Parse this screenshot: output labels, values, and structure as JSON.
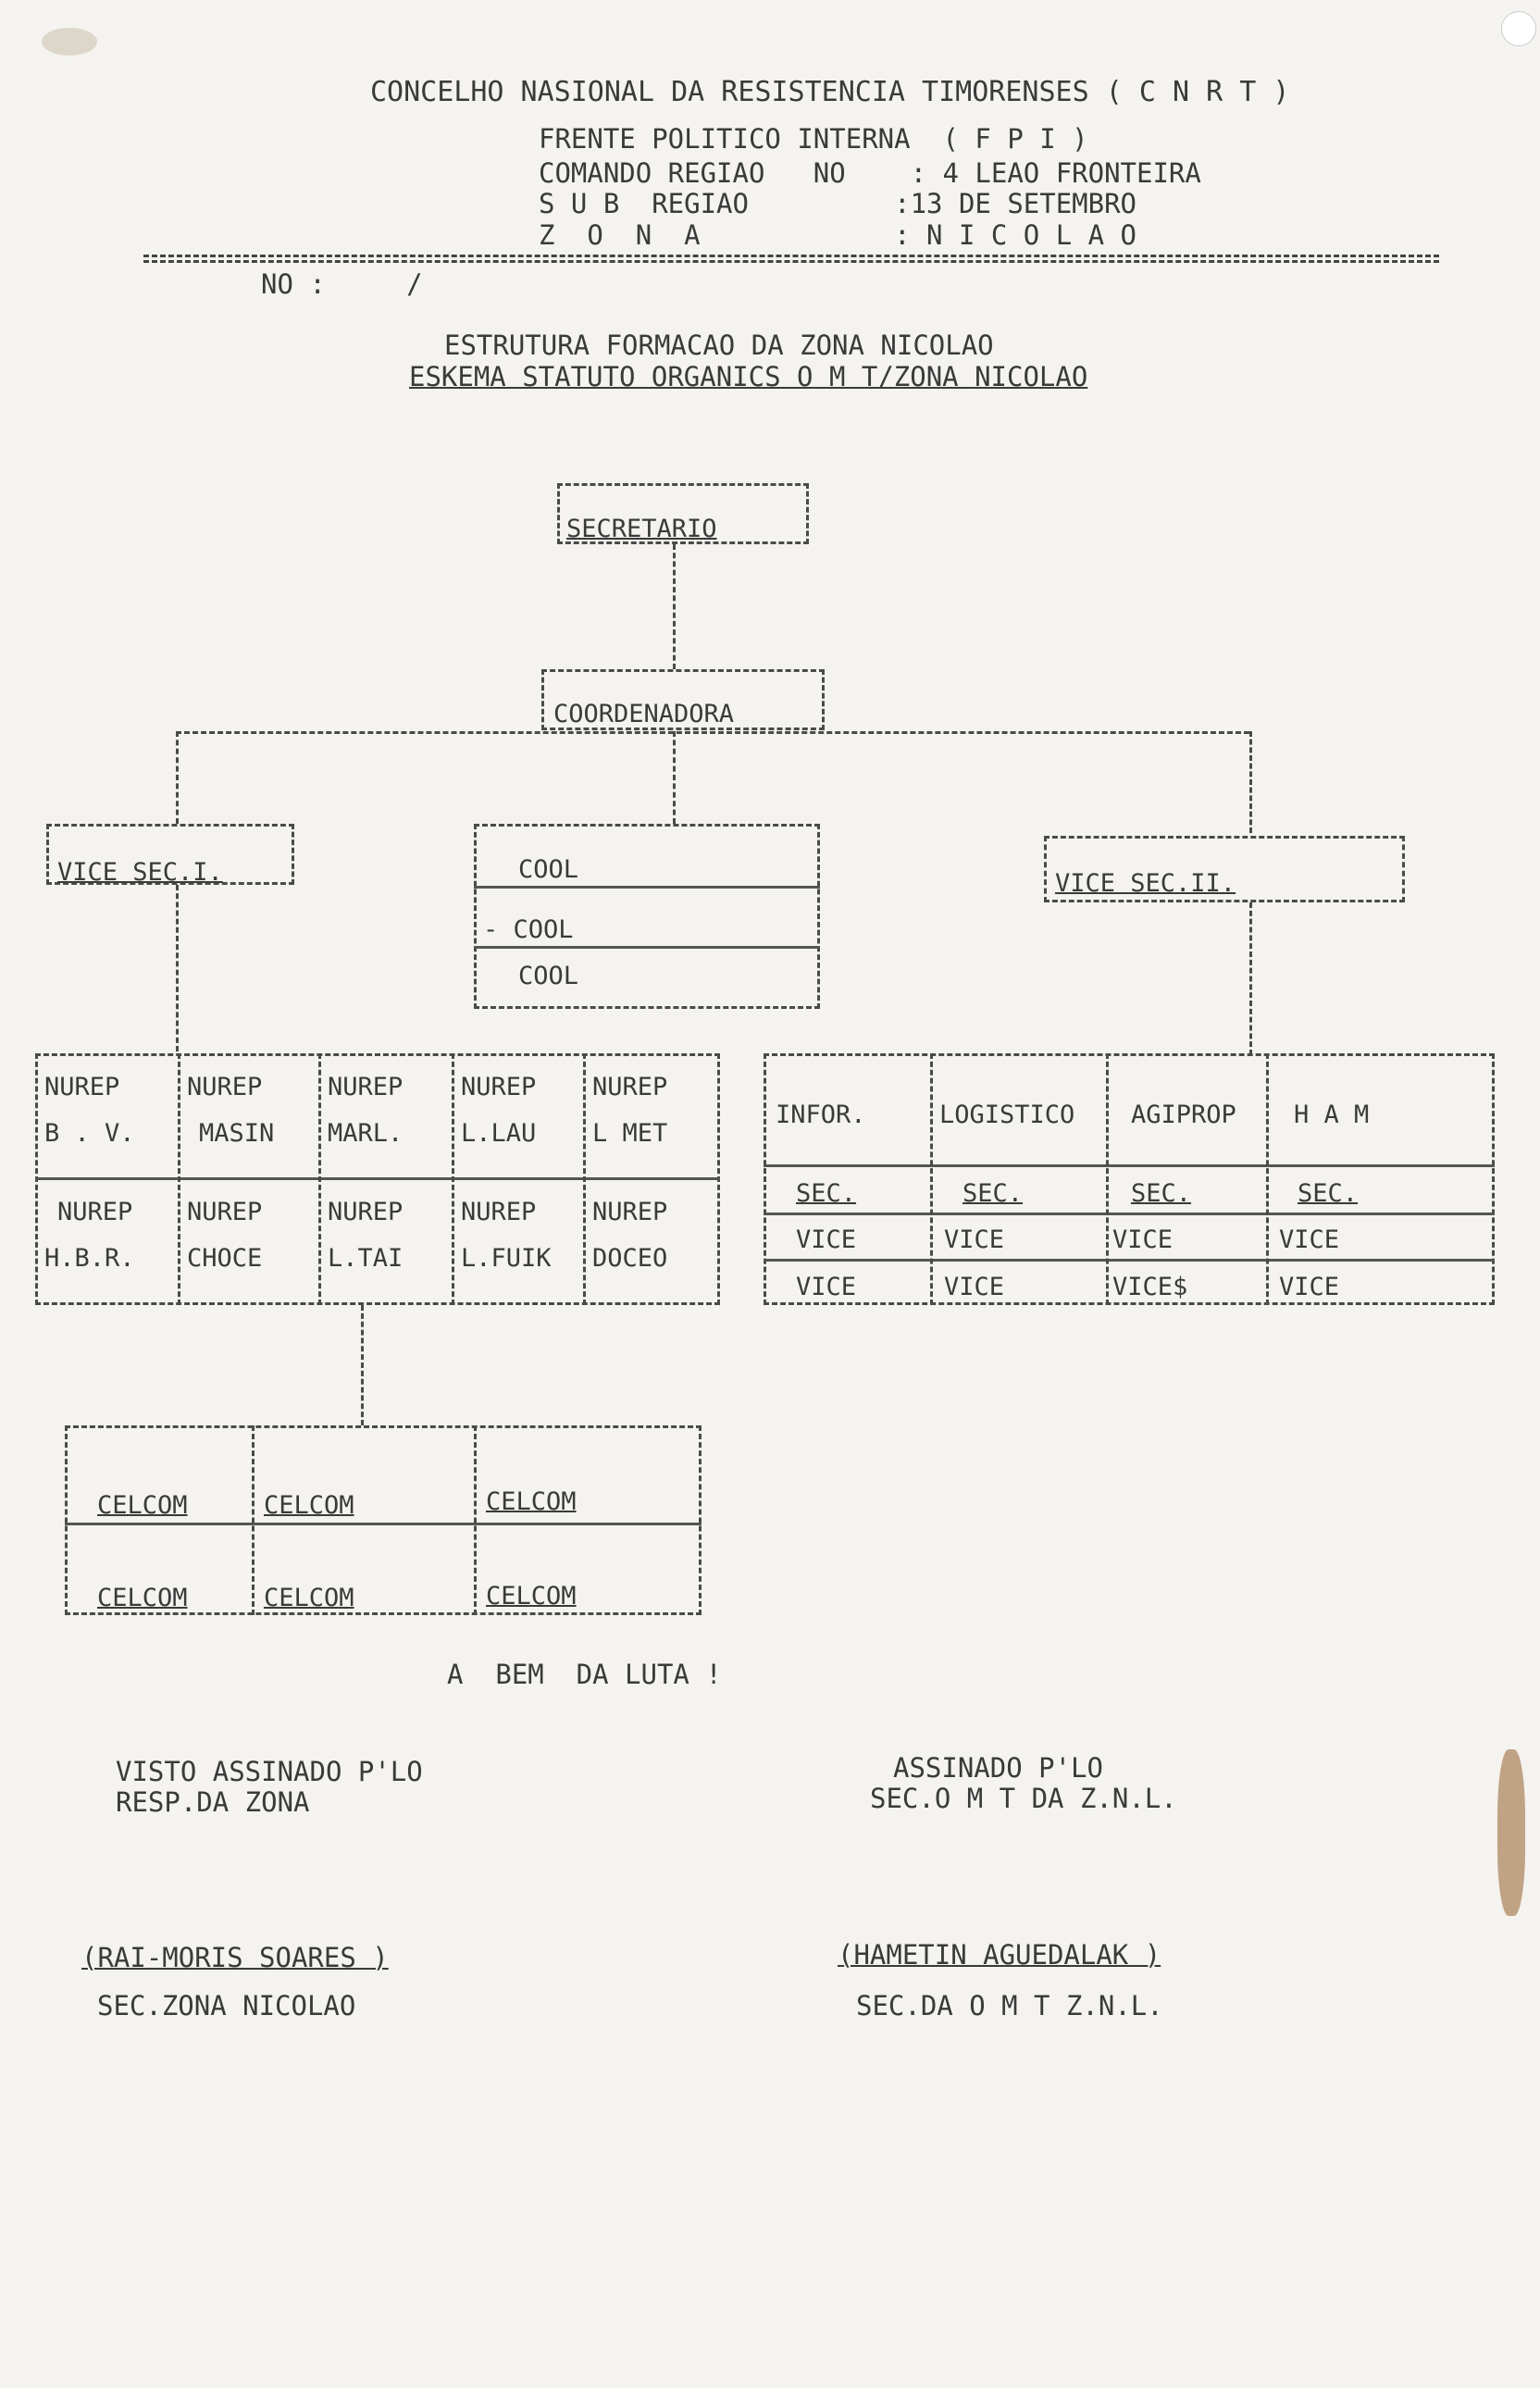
{
  "header": {
    "line1": "CONCELHO NASIONAL DA RESISTENCIA TIMORENSES ( C N R T )",
    "line2": "FRENTE POLITICO INTERNA  ( F P I )",
    "line3": "COMANDO REGIAO   NO    : 4 LEAO FRONTEIRA",
    "line4": "S U B  REGIAO         :13 DE SETEMBRO",
    "line5": "Z  O  N  A            : N I C O L A O",
    "number_label": "NO :     /"
  },
  "titles": {
    "title1": "ESTRUTURA FORMACAO DA ZONA NICOLAO",
    "title2": "ESKEMA STATUTO ORGANICS O M T/ZONA NICOLAO"
  },
  "org": {
    "secretario": "SECRETARIO",
    "coordenadora": "COORDENADORA",
    "cool": [
      "COOL",
      "- COOL",
      "COOL"
    ],
    "vice_sec_1": "VICE SEC.I.",
    "vice_sec_2": "VICE SEC.II.",
    "nurep_row1": [
      {
        "l1": "NUREP",
        "l2": "B . V."
      },
      {
        "l1": "NUREP",
        "l2": "MASIN"
      },
      {
        "l1": "NUREP",
        "l2": "MARL."
      },
      {
        "l1": "NUREP",
        "l2": "L.LAU"
      },
      {
        "l1": "NUREP",
        "l2": "L MET"
      }
    ],
    "nurep_row2": [
      {
        "l1": "NUREP",
        "l2": "H.B.R."
      },
      {
        "l1": "NUREP",
        "l2": "CHOCE"
      },
      {
        "l1": "NUREP",
        "l2": "L.TAI"
      },
      {
        "l1": "NUREP",
        "l2": "L.FUIK"
      },
      {
        "l1": "NUREP",
        "l2": "DOCEO"
      }
    ],
    "dept_headers": [
      "INFOR.",
      "LOGISTICO",
      "AGIPROP",
      "H A M"
    ],
    "dept_rows": [
      [
        "SEC.",
        "SEC.",
        "SEC.",
        "SEC."
      ],
      [
        "VICE",
        "VICE",
        "VICE",
        "VICE"
      ],
      [
        "VICE",
        "VICE",
        "VICE$",
        "VICE"
      ]
    ],
    "celcom": [
      "CELCOM",
      "CELCOM",
      "CELCOM",
      "CELCOM",
      "CELCOM",
      "CELCOM"
    ]
  },
  "closing": "A  BEM  DA LUTA !",
  "sign_left": {
    "line1": "VISTO ASSINADO P'LO",
    "line2": "RESP.DA ZONA",
    "name": "(RAI-MORIS SOARES )",
    "title": "SEC.ZONA NICOLAO"
  },
  "sign_right": {
    "line1": "ASSINADO P'LO",
    "line2": "SEC.O M T DA Z.N.L.",
    "name": "(HAMETIN AGUEDALAK )",
    "title": "SEC.DA O M T Z.N.L."
  }
}
